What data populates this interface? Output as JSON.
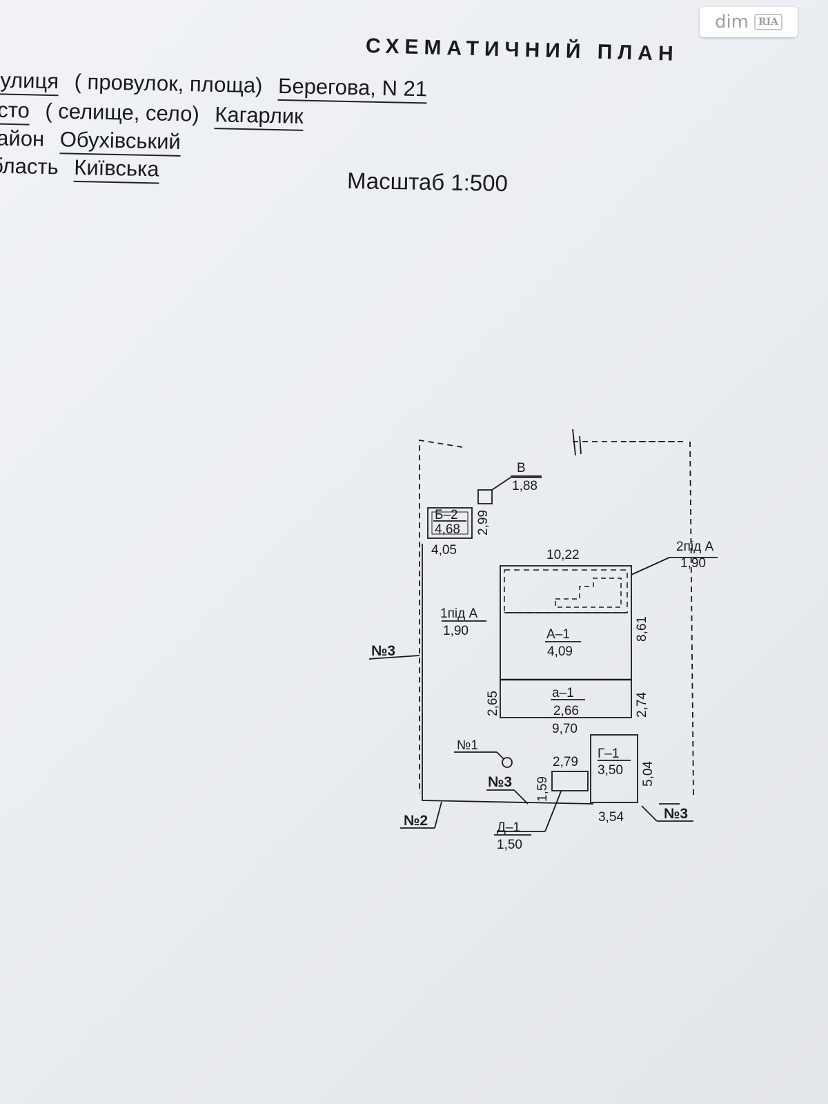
{
  "watermark": {
    "text": "dim",
    "badge": "RIA"
  },
  "title": "СХЕМАТИЧНИЙ ПЛАН",
  "header": {
    "street_label": "Вулиця",
    "street_hint": "( провулок, площа)",
    "street_value": "Берегова, N 21",
    "city_label": "місто",
    "city_hint": "( селище, село)",
    "city_value": "Кагарлик",
    "district_label": "район",
    "district_value": "Обухівський",
    "region_label": "область",
    "region_value": "Київська"
  },
  "scale": "Масштаб 1:500",
  "plan": {
    "boundary_no3_left": "№3",
    "boundary_no3_bottom": "№3",
    "boundary_no3_right": "№3",
    "boundary_no2": "№2",
    "well_no1": "№1",
    "v_name": "В",
    "v_height": "1,88",
    "b_name": "Б–2",
    "b_height": "4,68",
    "b_width": "4,05",
    "b_depth": "2,99",
    "pid2_name": "2під А",
    "pid2_height": "1,90",
    "pid1_name": "1під А",
    "pid1_height": "1,90",
    "a_name": "А–1",
    "a_height": "4,09",
    "a_width": "10,22",
    "a_depth": "8,61",
    "a_small_name": "а–1",
    "a_small_height": "2,66",
    "a_small_left": "2,65",
    "a_small_right": "2,74",
    "a_small_width": "9,70",
    "g_name": "Г–1",
    "g_height": "3,50",
    "g_depth": "5,04",
    "g_width": "3,54",
    "d_name": "Д–1",
    "d_height": "1,50",
    "d_width": "2,79",
    "d_depth": "1,59"
  }
}
